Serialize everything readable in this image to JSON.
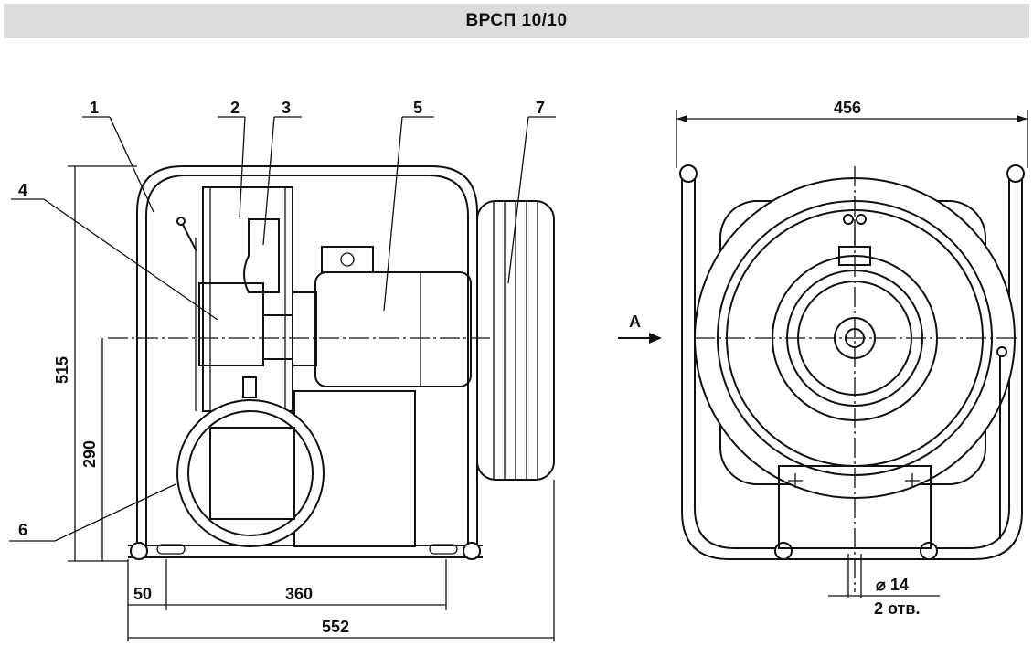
{
  "header": {
    "title": "ВРСП 10/10"
  },
  "side_view": {
    "callouts": [
      "1",
      "2",
      "3",
      "4",
      "5",
      "6",
      "7"
    ],
    "dimensions": {
      "height_total": "515",
      "height_axis": "290",
      "offset": "50",
      "foot_spacing": "360",
      "length_total": "552"
    }
  },
  "front_view": {
    "dimensions": {
      "width_total": "456",
      "hole_diameter": "⌀ 14",
      "hole_count": "2 отв."
    },
    "view_arrow": "А"
  }
}
